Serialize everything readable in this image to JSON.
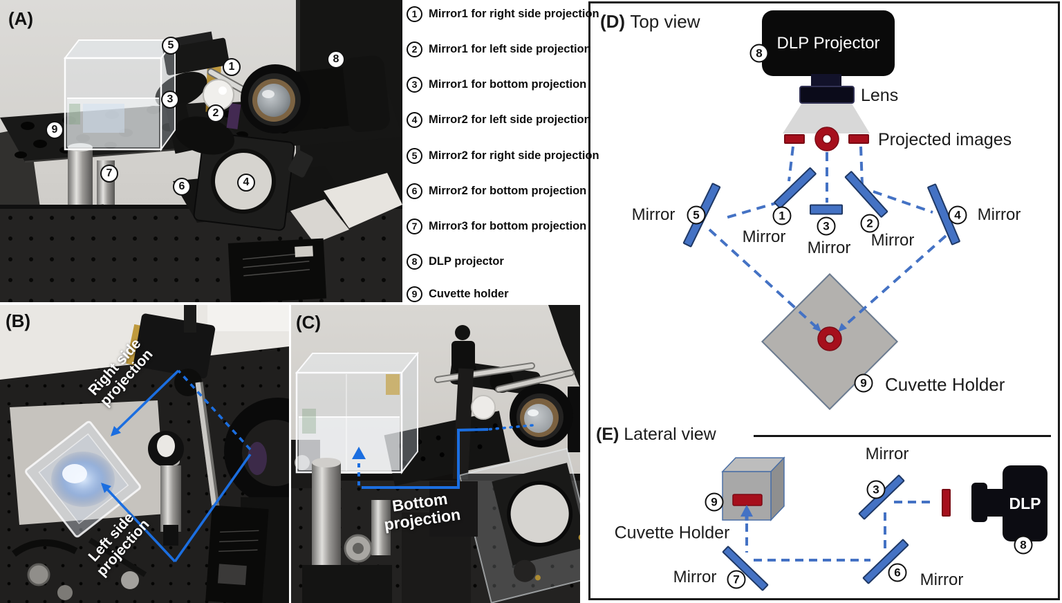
{
  "colors": {
    "diagram_beam_blue": "#4472c4",
    "mirror_blue": "#4472c4",
    "mirror_edge": "#1f3864",
    "dark_red": "#a60f1c",
    "photo_beam_blue": "#1b6ee0",
    "diamond_gray": "#b3b1ae"
  },
  "legend": {
    "items": [
      {
        "num": "1",
        "text": "Mirror1 for right side projection"
      },
      {
        "num": "2",
        "text": "Mirror1 for left side projection"
      },
      {
        "num": "3",
        "text": "Mirror1 for bottom projection"
      },
      {
        "num": "4",
        "text": "Mirror2 for left side projection"
      },
      {
        "num": "5",
        "text": "Mirror2 for right side projection"
      },
      {
        "num": "6",
        "text": "Mirror2 for bottom projection"
      },
      {
        "num": "7",
        "text": "Mirror3 for bottom projection"
      },
      {
        "num": "8",
        "text": "DLP projector"
      },
      {
        "num": "9",
        "text": "Cuvette holder"
      }
    ]
  },
  "panelA": {
    "label": "(A)",
    "markers": [
      "5",
      "1",
      "8",
      "3",
      "2",
      "4",
      "6",
      "9",
      "7"
    ]
  },
  "panelB": {
    "label": "(B)",
    "right_line1": "Right side",
    "right_line2": "projection",
    "left_line1": "Left side",
    "left_line2": "projection"
  },
  "panelC": {
    "label": "(C)",
    "bottom_line1": "Bottom",
    "bottom_line2": "projection"
  },
  "panelD": {
    "label": "(D)",
    "title": "Top view",
    "projector": "DLP Projector",
    "projector_num": "8",
    "lens": "Lens",
    "projected": "Projected images",
    "cuvette": "Cuvette Holder",
    "cuvette_num": "9",
    "mirrors": [
      {
        "num": "5",
        "label": "Mirror"
      },
      {
        "num": "1",
        "label": "Mirror"
      },
      {
        "num": "3",
        "label": "Mirror"
      },
      {
        "num": "2",
        "label": "Mirror"
      },
      {
        "num": "4",
        "label": "Mirror"
      }
    ]
  },
  "panelE": {
    "label": "(E)",
    "title": "Lateral view",
    "cuvette": "Cuvette Holder",
    "cuvette_num": "9",
    "dlp": "DLP",
    "dlp_num": "8",
    "mirrors": [
      {
        "num": "3",
        "label": "Mirror"
      },
      {
        "num": "7",
        "label": "Mirror"
      },
      {
        "num": "6",
        "label": "Mirror"
      }
    ]
  }
}
